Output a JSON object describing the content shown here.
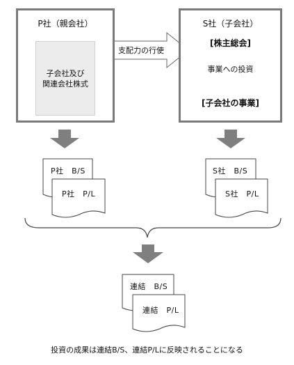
{
  "parent": {
    "title": "P社（親会社）",
    "inner_lines": [
      "子会社及び",
      "関連会社株式"
    ],
    "docs": [
      "P社　B/S",
      "P社　P/L"
    ]
  },
  "control_label": "支配力の行使",
  "subsidiary": {
    "title": "S社（子会社）",
    "meeting": "[株主総会]",
    "investment_label": "事業への投資",
    "business": "[子会社の事業]",
    "docs": [
      "S社　B/S",
      "S社　P/L"
    ]
  },
  "consolidated": {
    "docs": [
      "連結　B/S",
      "連結　P/L"
    ]
  },
  "caption": "投資の成果は連結B/S、連結P/Lに反映されることになる",
  "colors": {
    "box_border": "#7a7a7a",
    "down_arrow": "#7f7f7f",
    "light_arrow": "#c8c8c8",
    "inner_fill": "#ececec"
  }
}
